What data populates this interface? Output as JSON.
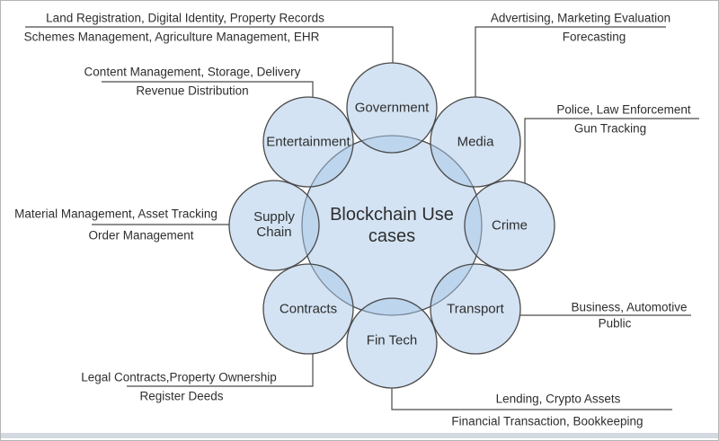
{
  "diagram": {
    "center_label_line1": "Blockchain Use",
    "center_label_line2": "cases"
  },
  "nodes": {
    "government": {
      "label": "Government"
    },
    "media": {
      "label": "Media"
    },
    "crime": {
      "label": "Crime"
    },
    "transport": {
      "label": "Transport"
    },
    "fintech": {
      "label": "Fin Tech"
    },
    "contracts": {
      "label": "Contracts"
    },
    "supply_chain": {
      "label": "Supply Chain"
    },
    "entertainment": {
      "label": "Entertainment"
    }
  },
  "annotations": {
    "government": {
      "line1": "Land Registration, Digital Identity, Property Records",
      "line2": "Schemes Management, Agriculture Management, EHR"
    },
    "entertainment": {
      "line1": "Content Management, Storage, Delivery",
      "line2": "Revenue Distribution"
    },
    "media": {
      "line1": "Advertising, Marketing Evaluation",
      "line2": "Forecasting"
    },
    "crime": {
      "line1": "Police, Law Enforcement",
      "line2": "Gun Tracking"
    },
    "supply_chain": {
      "line1": "Material Management, Asset Tracking",
      "line2": "Order Management"
    },
    "transport": {
      "line1": "Business, Automotive",
      "line2": "Public"
    },
    "contracts": {
      "line1": "Legal Contracts,Property Ownership",
      "line2": "Register Deeds"
    },
    "fintech": {
      "line1": "Lending, Crypto Assets",
      "line2": "Financial Transaction, Bookkeeping"
    }
  },
  "colors": {
    "circle_fill": "#a7c7e7",
    "circle_stroke": "#4a4a4a",
    "connector": "#4a4a4a",
    "text": "#2e2e2e"
  }
}
